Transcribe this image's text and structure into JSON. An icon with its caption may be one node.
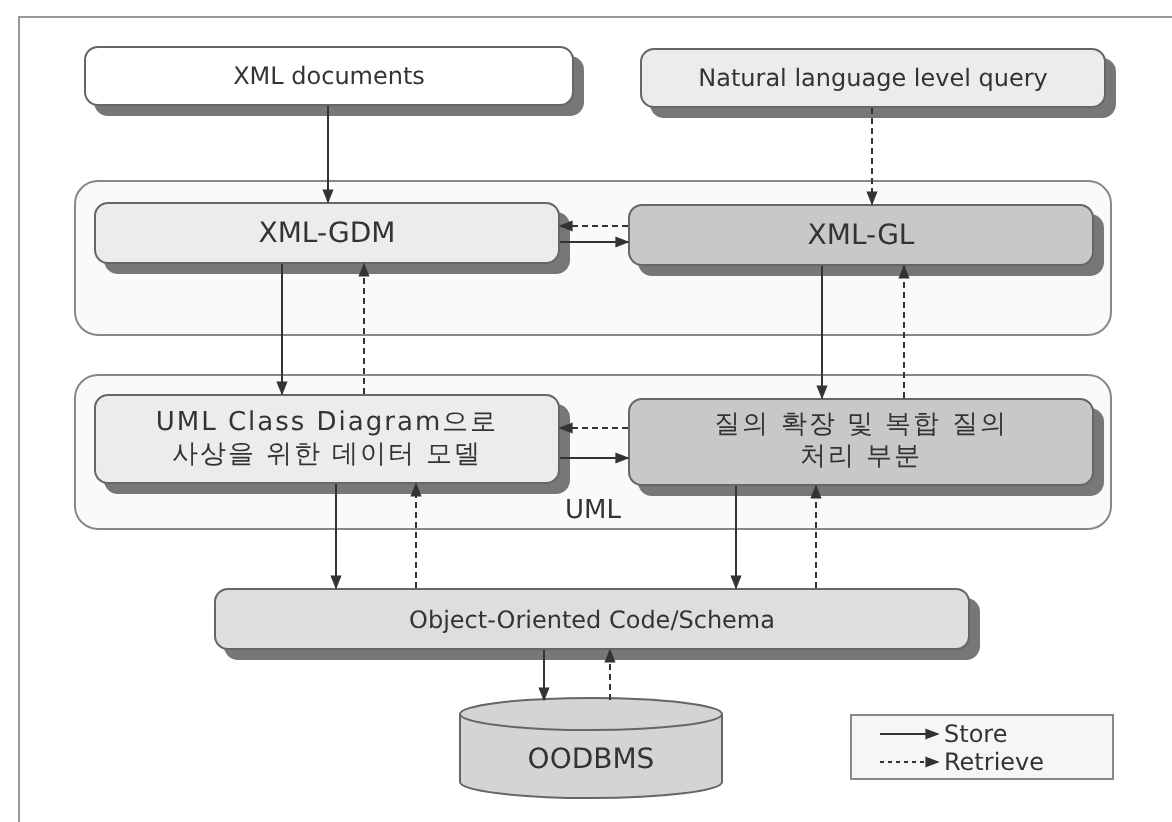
{
  "diagram": {
    "nodes": [
      {
        "text": [
          "XML documents"
        ]
      },
      {
        "text": [
          "Natural language level query"
        ]
      },
      {
        "text": [],
        "shape": "box"
      },
      {
        "text": [
          "XML-GDM"
        ],
        "in": 2
      },
      {
        "text": [
          "XML-GL"
        ],
        "in": 2
      },
      {
        "text": [
          "UML"
        ]
      },
      {
        "text": [
          "UML Class Diagram으로 사상을 위한 데이터 모델"
        ],
        "in": 5
      },
      {
        "text": [
          "질의 확장 및 복합 질의 처리 부분"
        ],
        "in": 5
      },
      {
        "text": [
          "Object-Oriented Code/Schema"
        ]
      },
      {
        "text": [
          "OODBMS"
        ]
      }
    ],
    "edges": [
      {
        "from": 0,
        "to": 3,
        "arrow": "to"
      },
      {
        "from": 1,
        "to": 4,
        "arrow": "to",
        "style": "dashed"
      },
      {
        "from": 4,
        "to": 3,
        "arrow": "to",
        "style": "dashed"
      },
      {
        "from": 3,
        "to": 4,
        "arrow": "to"
      },
      {
        "from": 3,
        "to": 6,
        "arrow": "to"
      },
      {
        "from": 6,
        "to": 3,
        "arrow": "to",
        "style": "dashed"
      },
      {
        "from": 4,
        "to": 7,
        "arrow": "to"
      },
      {
        "from": 7,
        "to": 4,
        "arrow": "to",
        "style": "dashed"
      },
      {
        "from": 7,
        "to": 6,
        "arrow": "to",
        "style": "dashed"
      },
      {
        "from": 6,
        "to": 7,
        "arrow": "to"
      },
      {
        "from": 6,
        "to": 8,
        "arrow": "to"
      },
      {
        "from": 8,
        "to": 6,
        "arrow": "to",
        "style": "dashed"
      },
      {
        "from": 7,
        "to": 8,
        "arrow": "to"
      },
      {
        "from": 8,
        "to": 7,
        "arrow": "to",
        "style": "dashed"
      },
      {
        "from": 8,
        "to": 9,
        "arrow": "to"
      },
      {
        "from": 9,
        "to": 8,
        "arrow": "to",
        "style": "dashed"
      }
    ],
    "legend": [
      {
        "text": "Store"
      },
      {
        "text": "Retrieve"
      }
    ]
  }
}
